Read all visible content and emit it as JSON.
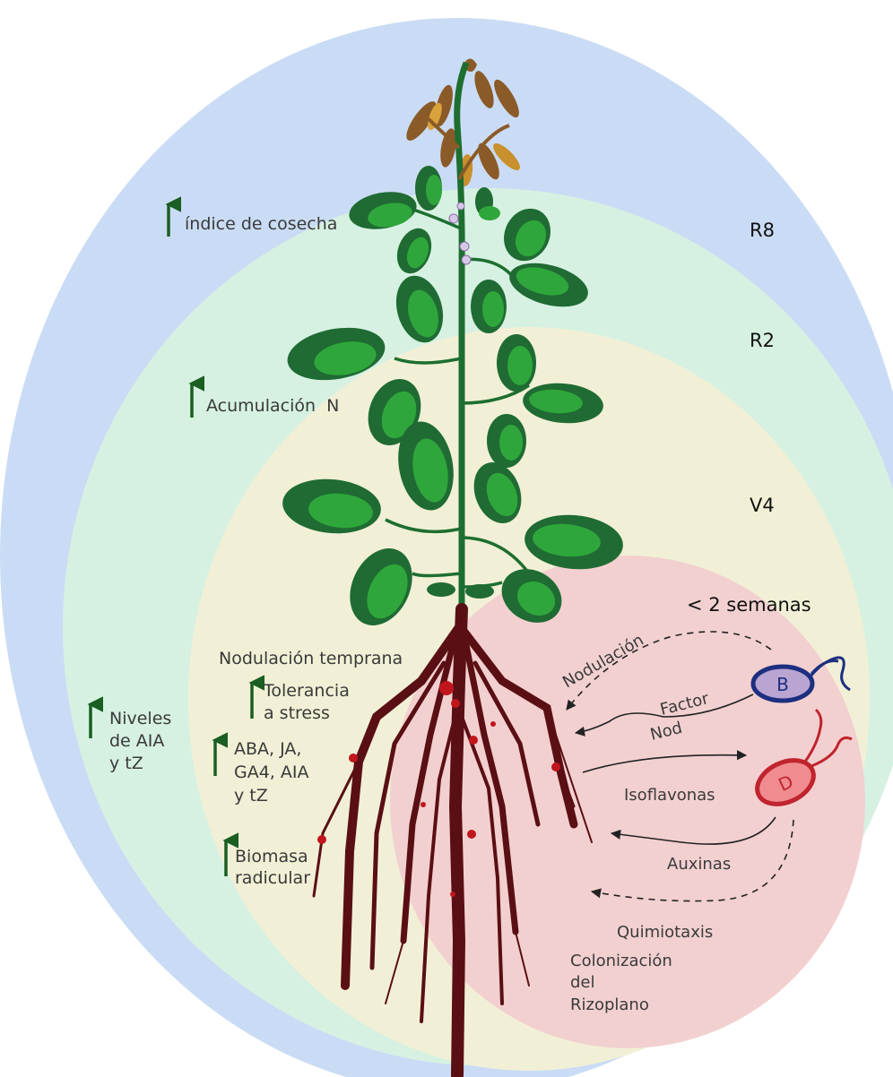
{
  "colors": {
    "zone_r8": "#cadcf5",
    "zone_r2": "#d6f1e2",
    "zone_v4": "#f1f0d6",
    "zone_early": "#f3d0d0",
    "leaf_dark": "#1f6b33",
    "leaf_light": "#2fa63b",
    "stem": "#1d6e30",
    "root": "#5a0f14",
    "nodule": "#c0161c",
    "senescent_leaf": "#8a5a28",
    "arrow_up": "#1a5e22",
    "bacteria_b_body": "#b9a4d2",
    "bacteria_b_outline": "#1c2f80",
    "bacteria_d_body": "#f08c90",
    "bacteria_d_outline": "#c0242e"
  },
  "stages": {
    "r8": "R8",
    "r2": "R2",
    "v4": "V4",
    "early": "< 2 semanas"
  },
  "effects": {
    "harvest_index": "índice de cosecha",
    "n_accumulation": "Acumulación  N",
    "levels_line1": "Niveles",
    "levels_line2": "de AIA",
    "levels_line3": "y tZ",
    "early_nodulation": "Nodulación temprana",
    "stress_line1": "Tolerancia",
    "stress_line2": "a stress",
    "hormones_line1": "ABA, JA,",
    "hormones_line2": "GA4, AIA",
    "hormones_line3": "y tZ",
    "biomass_line1": "Biomasa",
    "biomass_line2": "radicular"
  },
  "signals": {
    "nodulation": "Nodulación",
    "nod_factor_line1": "Factor",
    "nod_factor_line2": "Nod",
    "isoflavones": "Isoflavonas",
    "auxins": "Auxinas",
    "chemotaxis": "Quimiotaxis",
    "colonization_line1": "Colonización",
    "colonization_line2": "del",
    "colonization_line3": "Rizoplano"
  },
  "bacteria": {
    "b_letter": "B",
    "d_letter": "D"
  }
}
